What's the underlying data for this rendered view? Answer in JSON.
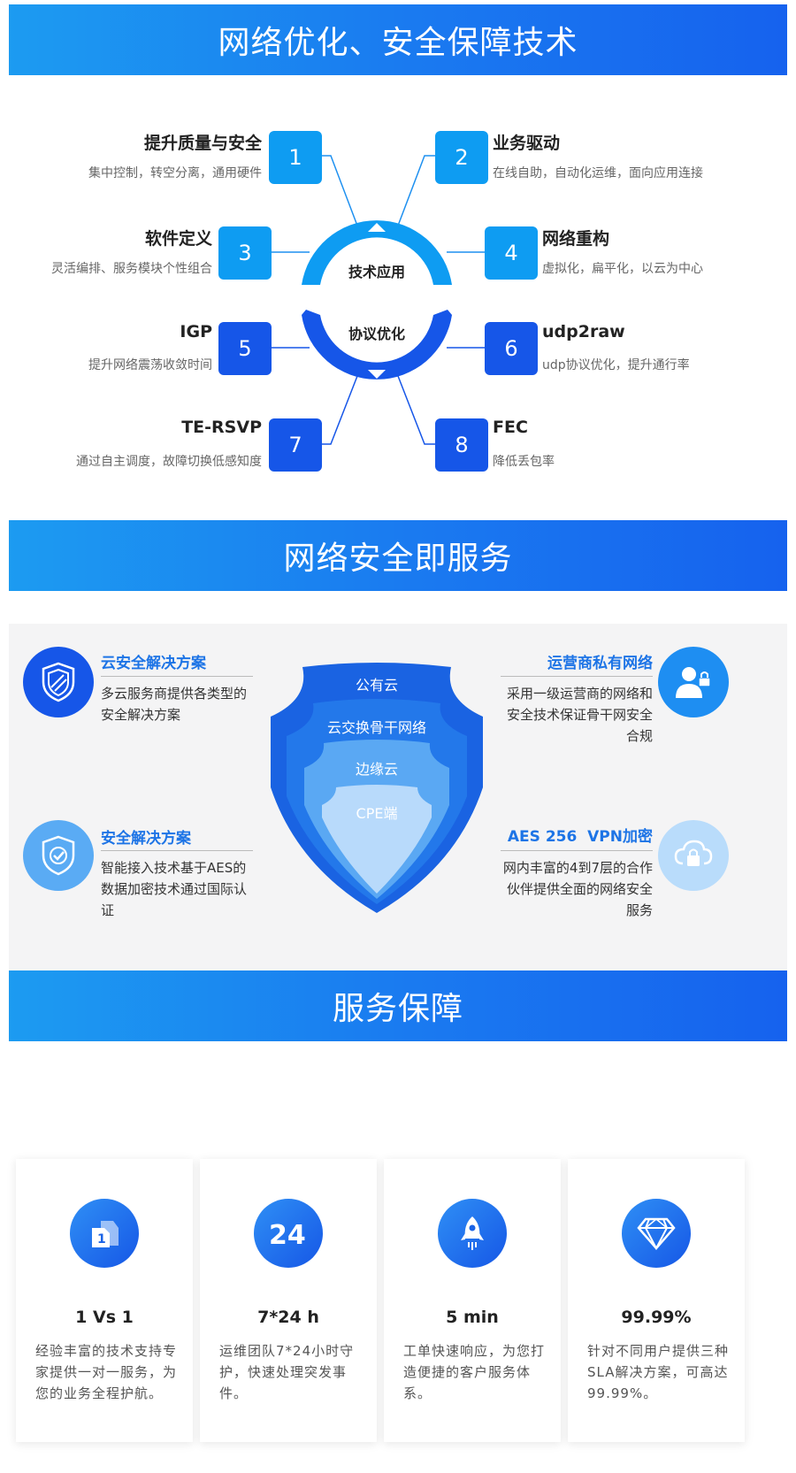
{
  "section1": {
    "title": "网络优化、安全保障技术",
    "ring_top": "技术应用",
    "ring_bottom": "协议优化",
    "features": [
      {
        "num": "1",
        "title": "提升质量与安全",
        "desc": "集中控制，转空分离，通用硬件"
      },
      {
        "num": "2",
        "title": "业务驱动",
        "desc": "在线自助，自动化运维，面向应用连接"
      },
      {
        "num": "3",
        "title": "软件定义",
        "desc": "灵活编排、服务模块个性组合"
      },
      {
        "num": "4",
        "title": "网络重构",
        "desc": "虚拟化，扁平化，以云为中心"
      },
      {
        "num": "5",
        "title": "IGP",
        "desc": "提升网络震荡收敛时间"
      },
      {
        "num": "6",
        "title": "udp2raw",
        "desc": "udp协议优化，提升通行率"
      },
      {
        "num": "7",
        "title": "TE-RSVP",
        "desc": "通过自主调度，故障切换低感知度"
      },
      {
        "num": "8",
        "title": "FEC",
        "desc": "降低丢包率"
      }
    ],
    "colors": {
      "light_box": "#0e9cf2",
      "dark_box": "#1656e8"
    }
  },
  "section2": {
    "title": "网络安全即服务",
    "shield_layers": [
      "公有云",
      "云交换骨干网络",
      "边缘云",
      "CPE端"
    ],
    "items": [
      {
        "title": "云安全解决方案",
        "desc": "多云服务商提供各类型的安全解决方案",
        "icon": "shield-stripes-icon"
      },
      {
        "title": "安全解决方案",
        "desc": "智能接入技术基于AES的数据加密技术通过国际认证",
        "icon": "shield-check-icon"
      },
      {
        "title": "运营商私有网络",
        "desc": "采用一级运营商的网络和安全技术保证骨干网安全合规",
        "icon": "user-lock-icon"
      },
      {
        "title": "AES 256  VPN加密",
        "desc": "网内丰富的4到7层的合作伙伴提供全面的网络安全服务",
        "icon": "cloud-lock-icon"
      }
    ]
  },
  "section3": {
    "title": "服务保障",
    "cards": [
      {
        "title": "1 Vs 1",
        "desc": "经验丰富的技术支持专家提供一对一服务，为您的业务全程护航。",
        "icon": "one-on-one-icon"
      },
      {
        "title": "7*24 h",
        "desc": "运维团队7*24小时守护，快速处理突发事件。",
        "icon": "twenty-four-icon"
      },
      {
        "title": "5 min",
        "desc": "工单快速响应，为您打造便捷的客户服务体系。",
        "icon": "rocket-icon"
      },
      {
        "title": "99.99%",
        "desc": "针对不同用户提供三种SLA解决方案，可高达99.99%。",
        "icon": "diamond-icon"
      }
    ]
  }
}
